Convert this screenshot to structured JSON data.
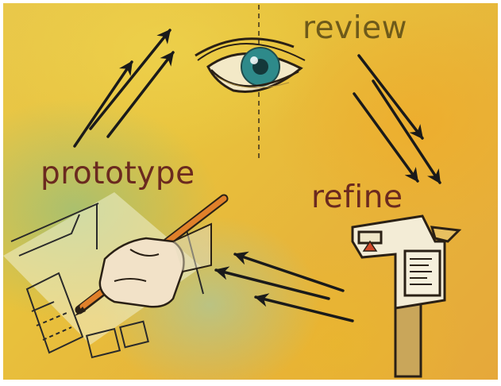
{
  "labels": {
    "review": "review",
    "prototype": "prototype",
    "refine": "refine"
  },
  "icons": [
    "eye-icon",
    "hand-with-pencil-icon",
    "caliper-icon",
    "arrow-icon"
  ],
  "colors": {
    "background_yellow": "#e8c23c",
    "background_orange": "#e6a83a",
    "background_green": "#78be96",
    "review_text": "#6e5a1a",
    "prototype_text": "#6b2a1f",
    "refine_text": "#6b2a1f",
    "ink": "#1a1a1a",
    "pencil": "#e0802a",
    "iris": "#2e8a8a"
  }
}
